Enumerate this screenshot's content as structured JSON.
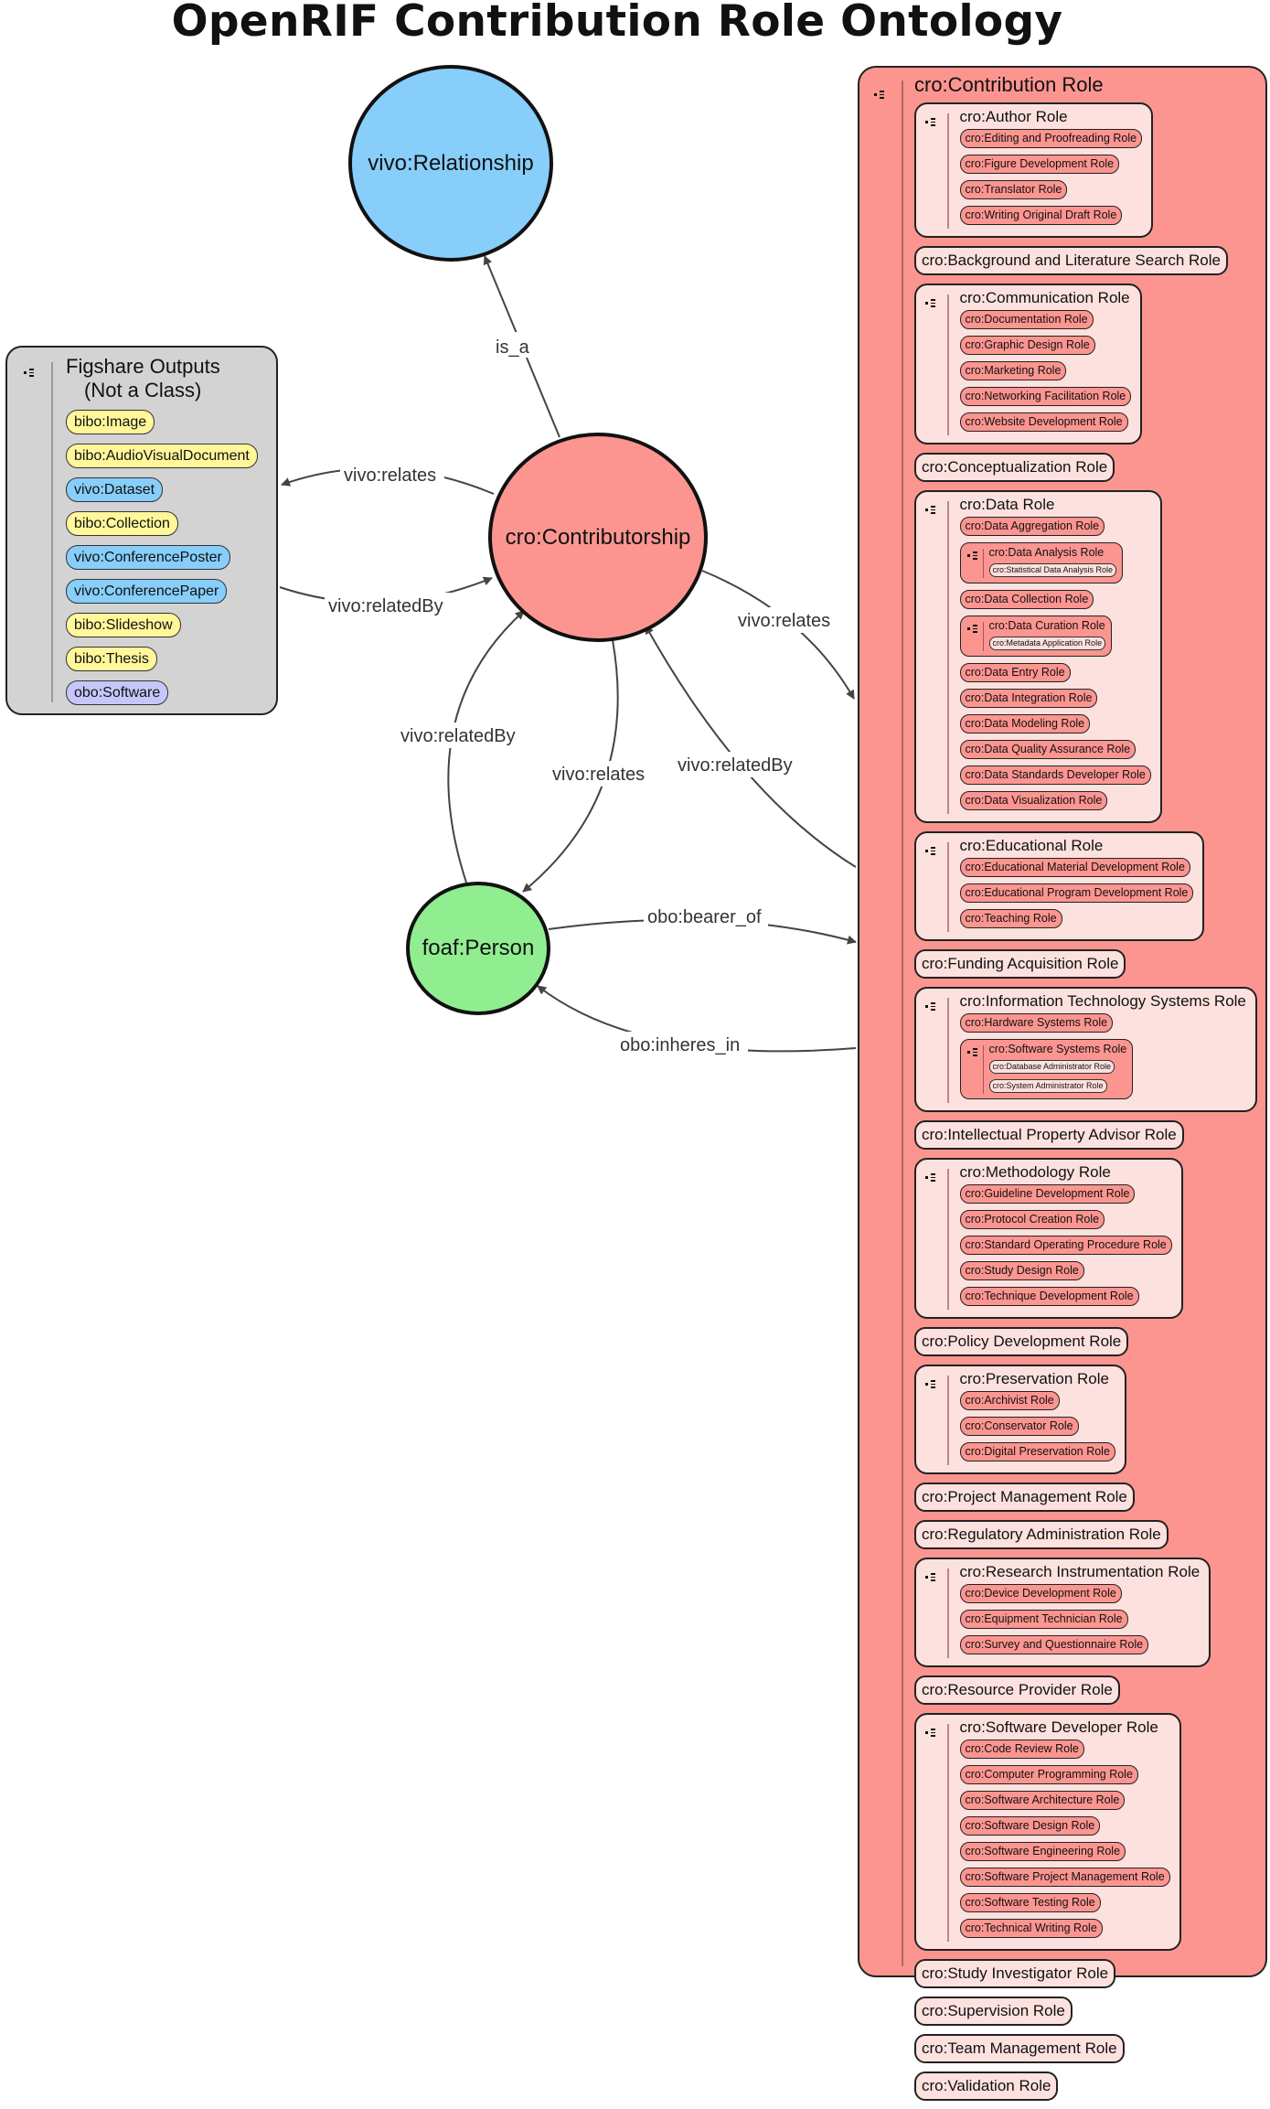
{
  "title": "OpenRIF Contribution Role Ontology",
  "nodes": {
    "relationship": "vivo:Relationship",
    "contributorship": "cro:Contributorship",
    "person": "foaf:Person"
  },
  "colors": {
    "relationship": "#87cefa",
    "contributorship": "#fc9590",
    "person": "#90ee90",
    "figshare_bg": "#d3d3d3",
    "pill_yellow": "#fff79a",
    "pill_blue": "#87cefa",
    "pill_purple": "#c6c6fb",
    "role_light": "#fce1de"
  },
  "edges": {
    "is_a": "is_a",
    "relates_fig": "vivo:relates",
    "relatedBy_fig": "vivo:relatedBy",
    "relates_cro": "vivo:relates",
    "relatedBy_cro": "vivo:relatedBy",
    "relatedBy_person": "vivo:relatedBy",
    "relates_person": "vivo:relates",
    "bearer_of": "obo:bearer_of",
    "inheres_in": "obo:inheres_in"
  },
  "figshare": {
    "title_line1": "Figshare Outputs",
    "title_line2": "(Not a Class)",
    "items": [
      {
        "label": "bibo:Image",
        "color": "#fff79a"
      },
      {
        "label": "bibo:AudioVisualDocument",
        "color": "#fff79a"
      },
      {
        "label": "vivo:Dataset",
        "color": "#87cefa"
      },
      {
        "label": "bibo:Collection",
        "color": "#fff79a"
      },
      {
        "label": "vivo:ConferencePoster",
        "color": "#87cefa"
      },
      {
        "label": "vivo:ConferencePaper",
        "color": "#87cefa"
      },
      {
        "label": "bibo:Slideshow",
        "color": "#fff79a"
      },
      {
        "label": "bibo:Thesis",
        "color": "#fff79a"
      },
      {
        "label": "obo:Software",
        "color": "#c6c6fb"
      }
    ]
  },
  "cro": {
    "title": "cro:Contribution Role",
    "roles": [
      {
        "label": "cro:Author Role",
        "children": [
          {
            "label": "cro:Editing and Proofreading Role"
          },
          {
            "label": "cro:Figure Development Role"
          },
          {
            "label": "cro:Translator Role"
          },
          {
            "label": "cro:Writing Original Draft Role"
          }
        ]
      },
      {
        "label": "cro:Background and Literature Search Role"
      },
      {
        "label": "cro:Communication Role",
        "children": [
          {
            "label": "cro:Documentation Role"
          },
          {
            "label": "cro:Graphic Design Role"
          },
          {
            "label": "cro:Marketing Role"
          },
          {
            "label": "cro:Networking Facilitation Role"
          },
          {
            "label": "cro:Website Development Role"
          }
        ]
      },
      {
        "label": "cro:Conceptualization Role"
      },
      {
        "label": "cro:Data Role",
        "children": [
          {
            "label": "cro:Data Aggregation Role"
          },
          {
            "label": "cro:Data Analysis Role",
            "children": [
              {
                "label": "cro:Statistical Data Analysis Role"
              }
            ]
          },
          {
            "label": "cro:Data Collection Role"
          },
          {
            "label": "cro:Data Curation Role",
            "children": [
              {
                "label": "cro:Metadata Application Role"
              }
            ]
          },
          {
            "label": "cro:Data Entry Role"
          },
          {
            "label": "cro:Data Integration Role"
          },
          {
            "label": "cro:Data Modeling Role"
          },
          {
            "label": "cro:Data Quality Assurance Role"
          },
          {
            "label": "cro:Data Standards Developer Role"
          },
          {
            "label": "cro:Data Visualization Role"
          }
        ]
      },
      {
        "label": "cro:Educational Role",
        "children": [
          {
            "label": "cro:Educational Material Development Role"
          },
          {
            "label": "cro:Educational Program Development Role"
          },
          {
            "label": "cro:Teaching Role"
          }
        ]
      },
      {
        "label": "cro:Funding Acquisition Role"
      },
      {
        "label": "cro:Information Technology Systems Role",
        "children": [
          {
            "label": "cro:Hardware Systems Role"
          },
          {
            "label": "cro:Software Systems Role",
            "children": [
              {
                "label": "cro:Database Administrator Role"
              },
              {
                "label": "cro:System Administrator Role"
              }
            ]
          }
        ]
      },
      {
        "label": "cro:Intellectual Property Advisor Role"
      },
      {
        "label": "cro:Methodology Role",
        "children": [
          {
            "label": "cro:Guideline Development Role"
          },
          {
            "label": "cro:Protocol Creation Role"
          },
          {
            "label": "cro:Standard Operating Procedure Role"
          },
          {
            "label": "cro:Study Design Role"
          },
          {
            "label": "cro:Technique Development Role"
          }
        ]
      },
      {
        "label": "cro:Policy Development Role"
      },
      {
        "label": "cro:Preservation Role",
        "children": [
          {
            "label": "cro:Archivist Role"
          },
          {
            "label": "cro:Conservator Role"
          },
          {
            "label": "cro:Digital Preservation Role"
          }
        ]
      },
      {
        "label": "cro:Project Management Role"
      },
      {
        "label": "cro:Regulatory Administration Role"
      },
      {
        "label": "cro:Research Instrumentation Role",
        "children": [
          {
            "label": "cro:Device Development Role"
          },
          {
            "label": "cro:Equipment Technician Role"
          },
          {
            "label": "cro:Survey and Questionnaire Role"
          }
        ]
      },
      {
        "label": "cro:Resource Provider Role"
      },
      {
        "label": "cro:Software Developer Role",
        "children": [
          {
            "label": "cro:Code Review Role"
          },
          {
            "label": "cro:Computer Programming Role"
          },
          {
            "label": "cro:Software Architecture Role"
          },
          {
            "label": "cro:Software Design Role"
          },
          {
            "label": "cro:Software Engineering Role"
          },
          {
            "label": "cro:Software Project Management Role"
          },
          {
            "label": "cro:Software Testing Role"
          },
          {
            "label": "cro:Technical Writing Role"
          }
        ]
      },
      {
        "label": "cro:Study Investigator Role"
      },
      {
        "label": "cro:Supervision Role"
      },
      {
        "label": "cro:Team Management Role"
      },
      {
        "label": "cro:Validation Role"
      }
    ]
  }
}
